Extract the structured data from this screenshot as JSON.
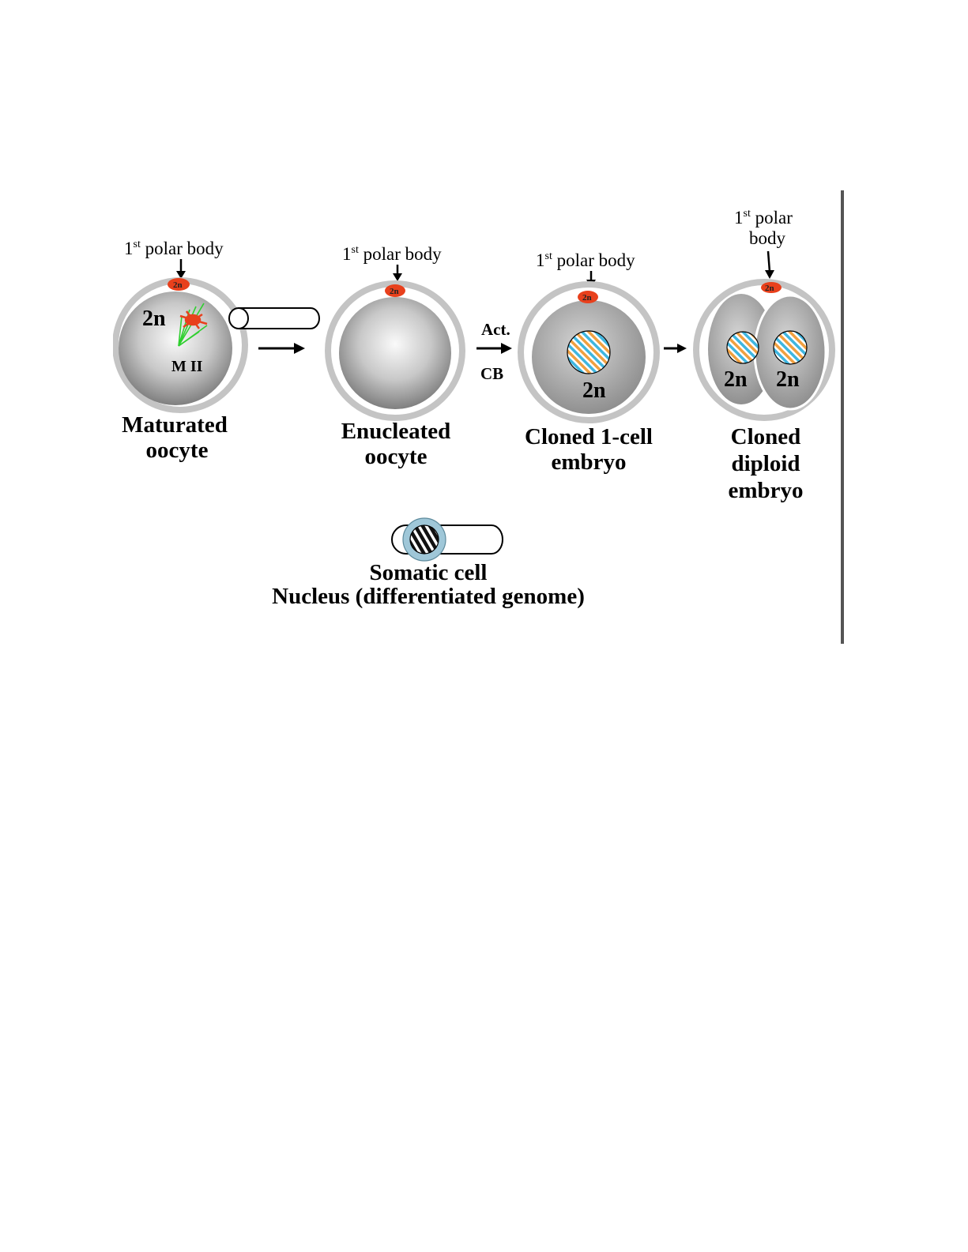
{
  "stages": [
    {
      "polar_label_sup": "st",
      "polar_label_num": "1",
      "polar_label_text": " polar body",
      "polar_body_text": "2n",
      "ploidy": "2n",
      "spindle_label": "M II",
      "caption_lines": [
        "Maturated",
        "oocyte"
      ]
    },
    {
      "polar_label_num": "1",
      "polar_label_sup": "st",
      "polar_label_text": " polar body",
      "polar_body_text": "2n",
      "caption_lines": [
        "Enucleated",
        "oocyte"
      ]
    },
    {
      "polar_label_num": "1",
      "polar_label_sup": "st",
      "polar_label_text": " polar body",
      "polar_body_text": "2n",
      "ploidy": "2n",
      "caption_lines": [
        "Cloned 1-cell",
        "embryo"
      ]
    },
    {
      "polar_label_num": "1",
      "polar_label_sup": "st",
      "polar_label_text_line1": " polar",
      "polar_label_text_line2": "body",
      "polar_body_text": "2n",
      "ploidy_left": "2n",
      "ploidy_right": "2n",
      "caption_lines": [
        "Cloned",
        "diploid",
        "embryo"
      ]
    }
  ],
  "activation": {
    "top": "Act.",
    "bottom": "CB"
  },
  "somatic": {
    "line1": "Somatic cell",
    "line2": "Nucleus (differentiated genome)"
  },
  "colors": {
    "zona": "#c4c4c4",
    "cytoplasm_dark": "#7f7f7f",
    "cytoplasm_light": "#fafafa",
    "polar_body": "#e8401c",
    "spindle": "#2fcf2f",
    "stripe_orange": "#f0a040",
    "stripe_blue": "#3fb6e0",
    "somatic_ring": "#9fc7d8"
  },
  "icons": [
    "arrow-right-icon",
    "arrow-down-icon",
    "micropipette-icon"
  ]
}
